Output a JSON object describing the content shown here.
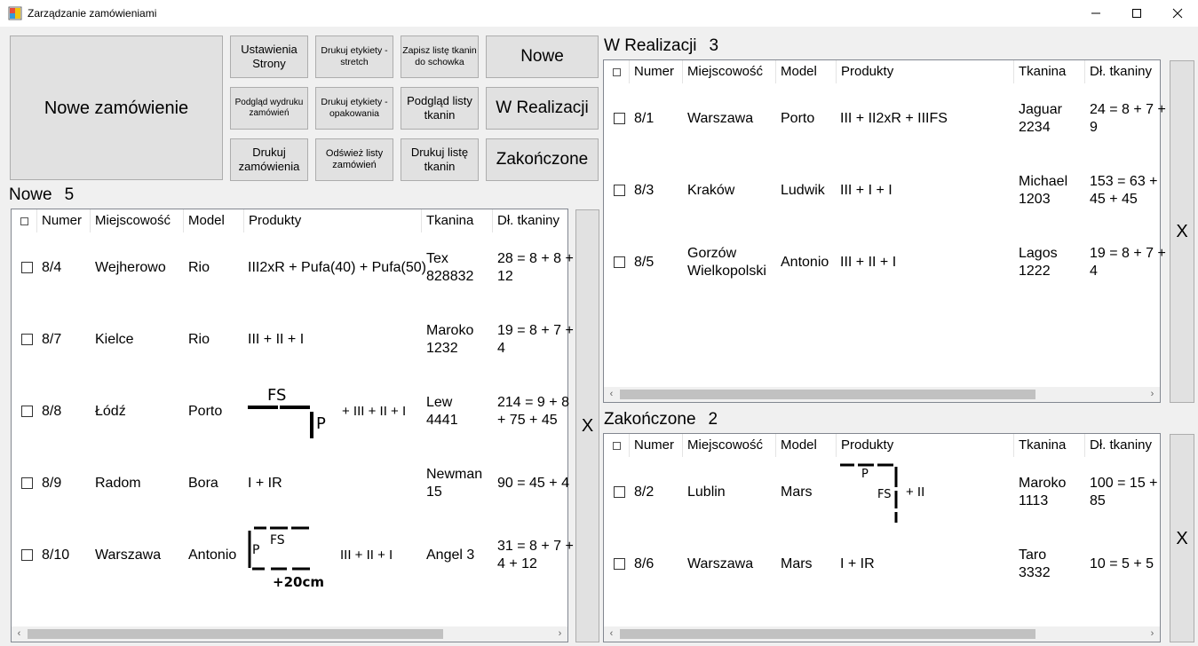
{
  "window": {
    "title": "Zarządzanie zamówieniami",
    "minimize": "—",
    "maximize": "☐",
    "close": "✕"
  },
  "toolbar": {
    "new_order": "Nowe zamówienie",
    "page_settings": "Ustawienia Strony",
    "print_labels_stretch": "Drukuj etykiety - stretch",
    "save_fabric_list": "Zapisz listę tkanin do schowka",
    "preview_print": "Podgląd wydruku zamówień",
    "print_labels_packaging": "Drukuj etykiety - opakowania",
    "preview_fabric_list": "Podgląd listy tkanin",
    "print_orders": "Drukuj zamówienia",
    "refresh_lists": "Odśwież listy zamówień",
    "print_fabric_list": "Drukuj listę tkanin",
    "filter_new": "Nowe",
    "filter_in_progress": "W Realizacji",
    "filter_done": "Zakończone"
  },
  "columns": {
    "check": "□",
    "number": "Numer",
    "city": "Miejscowość",
    "model": "Model",
    "products": "Produkty",
    "fabric": "Tkanina",
    "fabric_length": "Dł. tkaniny"
  },
  "new_orders": {
    "title": "Nowe",
    "count": "5",
    "delete_label": "X",
    "rows": [
      {
        "number": "8/4",
        "city": "Wejherowo",
        "model": "Rio",
        "products": "III2xR + Pufa(40) + Pufa(50)",
        "fabric": "Tex",
        "fabric_code": "828832",
        "length_1": "28 = 8 + 8 +",
        "length_2": "12"
      },
      {
        "number": "8/7",
        "city": "Kielce",
        "model": "Rio",
        "products": "III + II + I",
        "fabric": "Maroko",
        "fabric_code": "1232",
        "length_1": "19 = 8 + 7 +",
        "length_2": "4"
      },
      {
        "number": "8/8",
        "city": "Łódź",
        "model": "Porto",
        "products": "+ III + II + I",
        "fabric": "Lew",
        "fabric_code": "4441",
        "length_1": "214 = 9 + 8",
        "length_2": "+ 75 + 45"
      },
      {
        "number": "8/9",
        "city": "Radom",
        "model": "Bora",
        "products": "I + IR",
        "fabric": "Newman",
        "fabric_code": "15",
        "length_1": "90 = 45 + 4",
        "length_2": ""
      },
      {
        "number": "8/10",
        "city": "Warszawa",
        "model": "Antonio",
        "products": "III + II + I",
        "fabric": "Angel 3",
        "fabric_code": "",
        "length_1": "31 = 8 + 7 +",
        "length_2": "4 + 12"
      }
    ],
    "sketches": {
      "row3": {
        "top": "FS",
        "side": "P"
      },
      "row5": {
        "side": "P",
        "top": "FS",
        "note": "+20cm"
      }
    }
  },
  "in_progress": {
    "title": "W Realizacji",
    "count": "3",
    "delete_label": "X",
    "rows": [
      {
        "number": "8/1",
        "city": "Warszawa",
        "city_2": "",
        "model": "Porto",
        "products": "III + II2xR + IIIFS",
        "fabric": "Jaguar",
        "fabric_code": "2234",
        "length_1": "24 = 8 + 7 +",
        "length_2": "9"
      },
      {
        "number": "8/3",
        "city": "Kraków",
        "city_2": "",
        "model": "Ludwik",
        "products": "III + I + I",
        "fabric": "Michael",
        "fabric_code": "1203",
        "length_1": "153 = 63 +",
        "length_2": "45 + 45"
      },
      {
        "number": "8/5",
        "city": "Gorzów",
        "city_2": "Wielkopolski",
        "model": "Antonio",
        "products": "III + II + I",
        "fabric": "Lagos",
        "fabric_code": "1222",
        "length_1": "19 = 8 + 7 +",
        "length_2": "4"
      }
    ]
  },
  "done": {
    "title": "Zakończone",
    "count": "2",
    "delete_label": "X",
    "rows": [
      {
        "number": "8/2",
        "city": "Lublin",
        "model": "Mars",
        "products": "+ II",
        "fabric": "Maroko",
        "fabric_code": "1113",
        "length_1": "100 = 15 +",
        "length_2": "85"
      },
      {
        "number": "8/6",
        "city": "Warszawa",
        "model": "Mars",
        "products": "I + IR",
        "fabric": "Taro",
        "fabric_code": "3332",
        "length_1": "10 = 5 + 5",
        "length_2": ""
      }
    ],
    "sketch": {
      "top": "P",
      "side": "FS"
    }
  },
  "scroll": {
    "left": "‹",
    "right": "›"
  }
}
